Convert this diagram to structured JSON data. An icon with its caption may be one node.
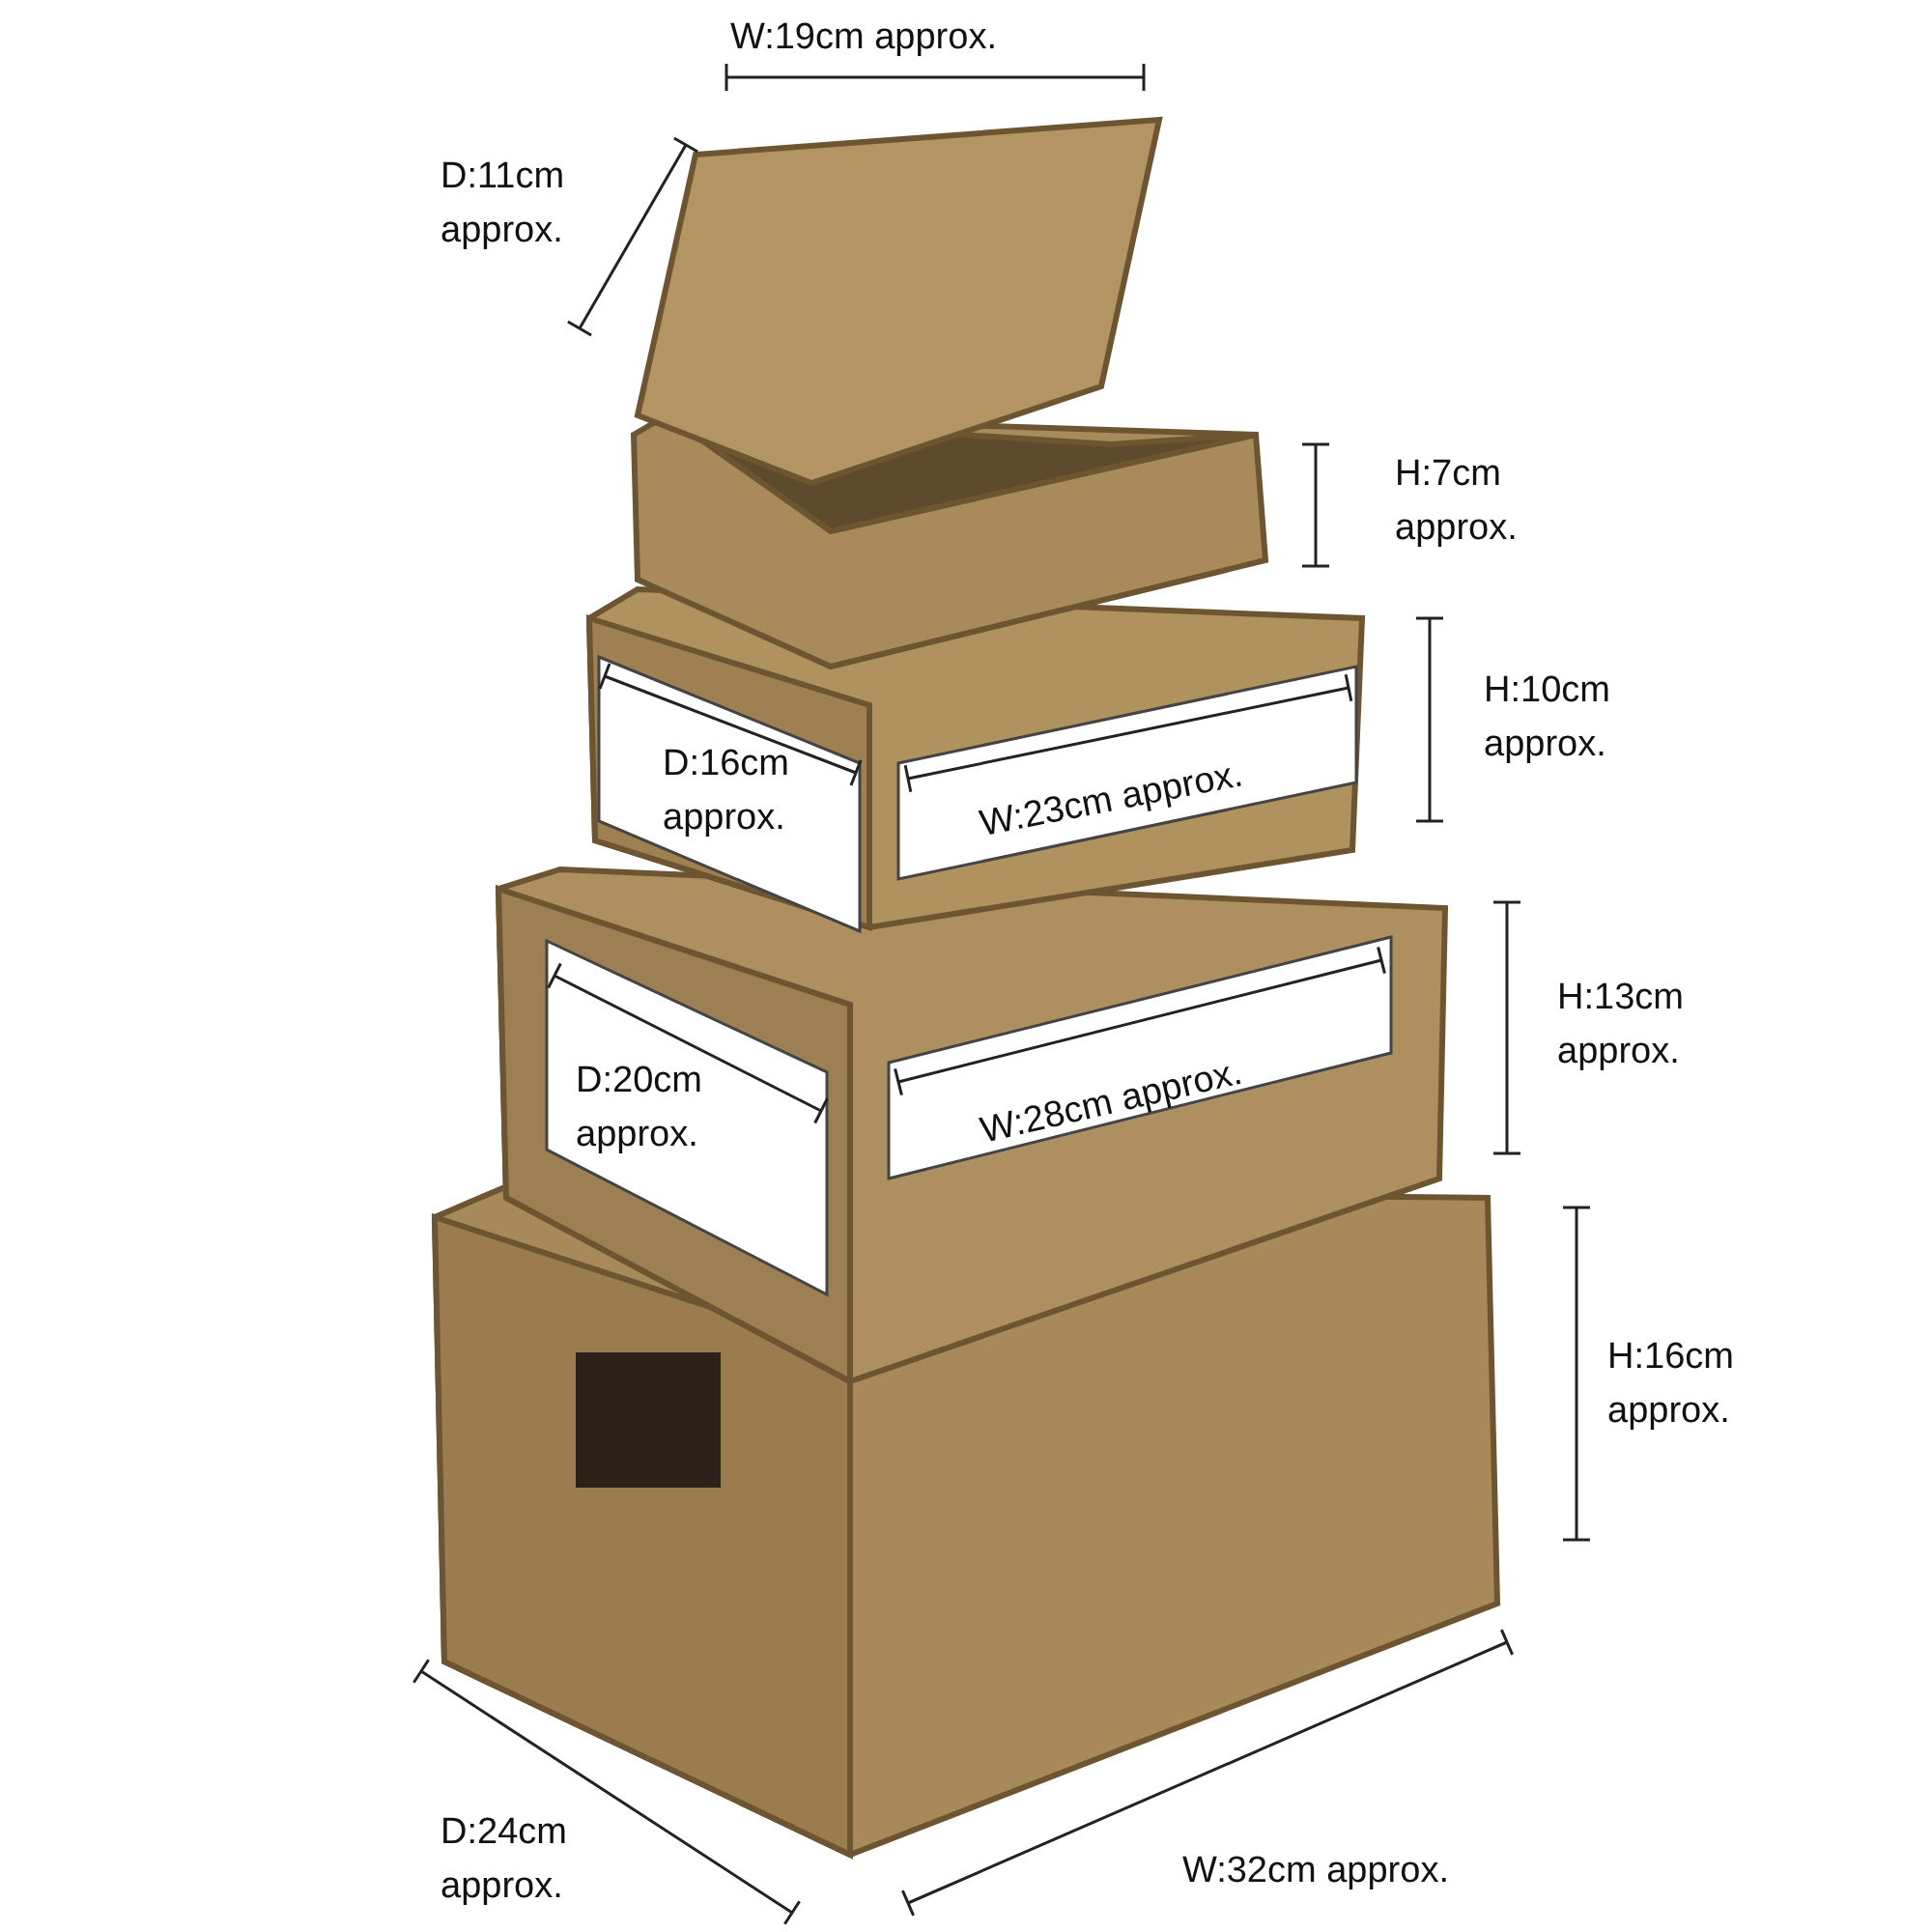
{
  "diagram": {
    "labels": [
      "W:19cm approx.",
      "D:11cm approx.",
      "H:7cm approx.",
      "H:10cm approx.",
      "D:16cm approx.",
      "W:23cm approx.",
      "H:13cm approx.",
      "D:20cm approx.",
      "W:28cm approx.",
      "H:16cm approx.",
      "D:24cm approx.",
      "W:32cm approx."
    ]
  }
}
